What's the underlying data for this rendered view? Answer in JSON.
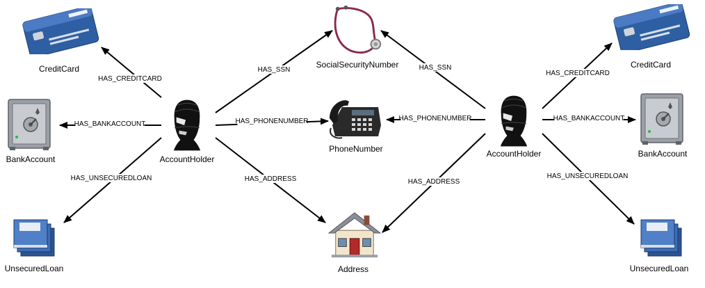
{
  "nodes": {
    "creditcard_left": {
      "label": "CreditCard",
      "icon": "credit-card-icon"
    },
    "bankaccount_left": {
      "label": "BankAccount",
      "icon": "safe-icon"
    },
    "unsecuredloan_left": {
      "label": "UnsecuredLoan",
      "icon": "folder-stack-icon"
    },
    "accountholder_left": {
      "label": "AccountHolder",
      "icon": "masked-person-icon"
    },
    "ssn": {
      "label": "SocialSecurityNumber",
      "icon": "stethoscope-icon"
    },
    "phone": {
      "label": "PhoneNumber",
      "icon": "desk-phone-icon"
    },
    "address": {
      "label": "Address",
      "icon": "house-icon"
    },
    "accountholder_right": {
      "label": "AccountHolder",
      "icon": "masked-person-icon"
    },
    "creditcard_right": {
      "label": "CreditCard",
      "icon": "credit-card-icon"
    },
    "bankaccount_right": {
      "label": "BankAccount",
      "icon": "safe-icon"
    },
    "unsecuredloan_right": {
      "label": "UnsecuredLoan",
      "icon": "folder-stack-icon"
    }
  },
  "edges": [
    {
      "from": "accountholder_left",
      "to": "creditcard_left",
      "label": "HAS_CREDITCARD"
    },
    {
      "from": "accountholder_left",
      "to": "bankaccount_left",
      "label": "HAS_BANKACCOUNT"
    },
    {
      "from": "accountholder_left",
      "to": "unsecuredloan_left",
      "label": "HAS_UNSECUREDLOAN"
    },
    {
      "from": "accountholder_left",
      "to": "ssn",
      "label": "HAS_SSN"
    },
    {
      "from": "accountholder_left",
      "to": "phone",
      "label": "HAS_PHONENUMBER"
    },
    {
      "from": "accountholder_left",
      "to": "address",
      "label": "HAS_ADDRESS"
    },
    {
      "from": "accountholder_right",
      "to": "ssn",
      "label": "HAS_SSN"
    },
    {
      "from": "accountholder_right",
      "to": "phone",
      "label": "HAS_PHONENUMBER"
    },
    {
      "from": "accountholder_right",
      "to": "address",
      "label": "HAS_ADDRESS"
    },
    {
      "from": "accountholder_right",
      "to": "creditcard_right",
      "label": "HAS_CREDITCARD"
    },
    {
      "from": "accountholder_right",
      "to": "bankaccount_right",
      "label": "HAS_BANKACCOUNT"
    },
    {
      "from": "accountholder_right",
      "to": "unsecuredloan_right",
      "label": "HAS_UNSECUREDLOAN"
    }
  ],
  "colors": {
    "card_blue": "#2f5fa3",
    "safe_gray": "#8a8e93",
    "folder_blue": "#3d6db5",
    "mask_black": "#111111",
    "stethoscope": "#8b2a4a",
    "house_roof": "#8a8f99",
    "house_door": "#b22a2a",
    "house_wall": "#f1e6cc"
  }
}
